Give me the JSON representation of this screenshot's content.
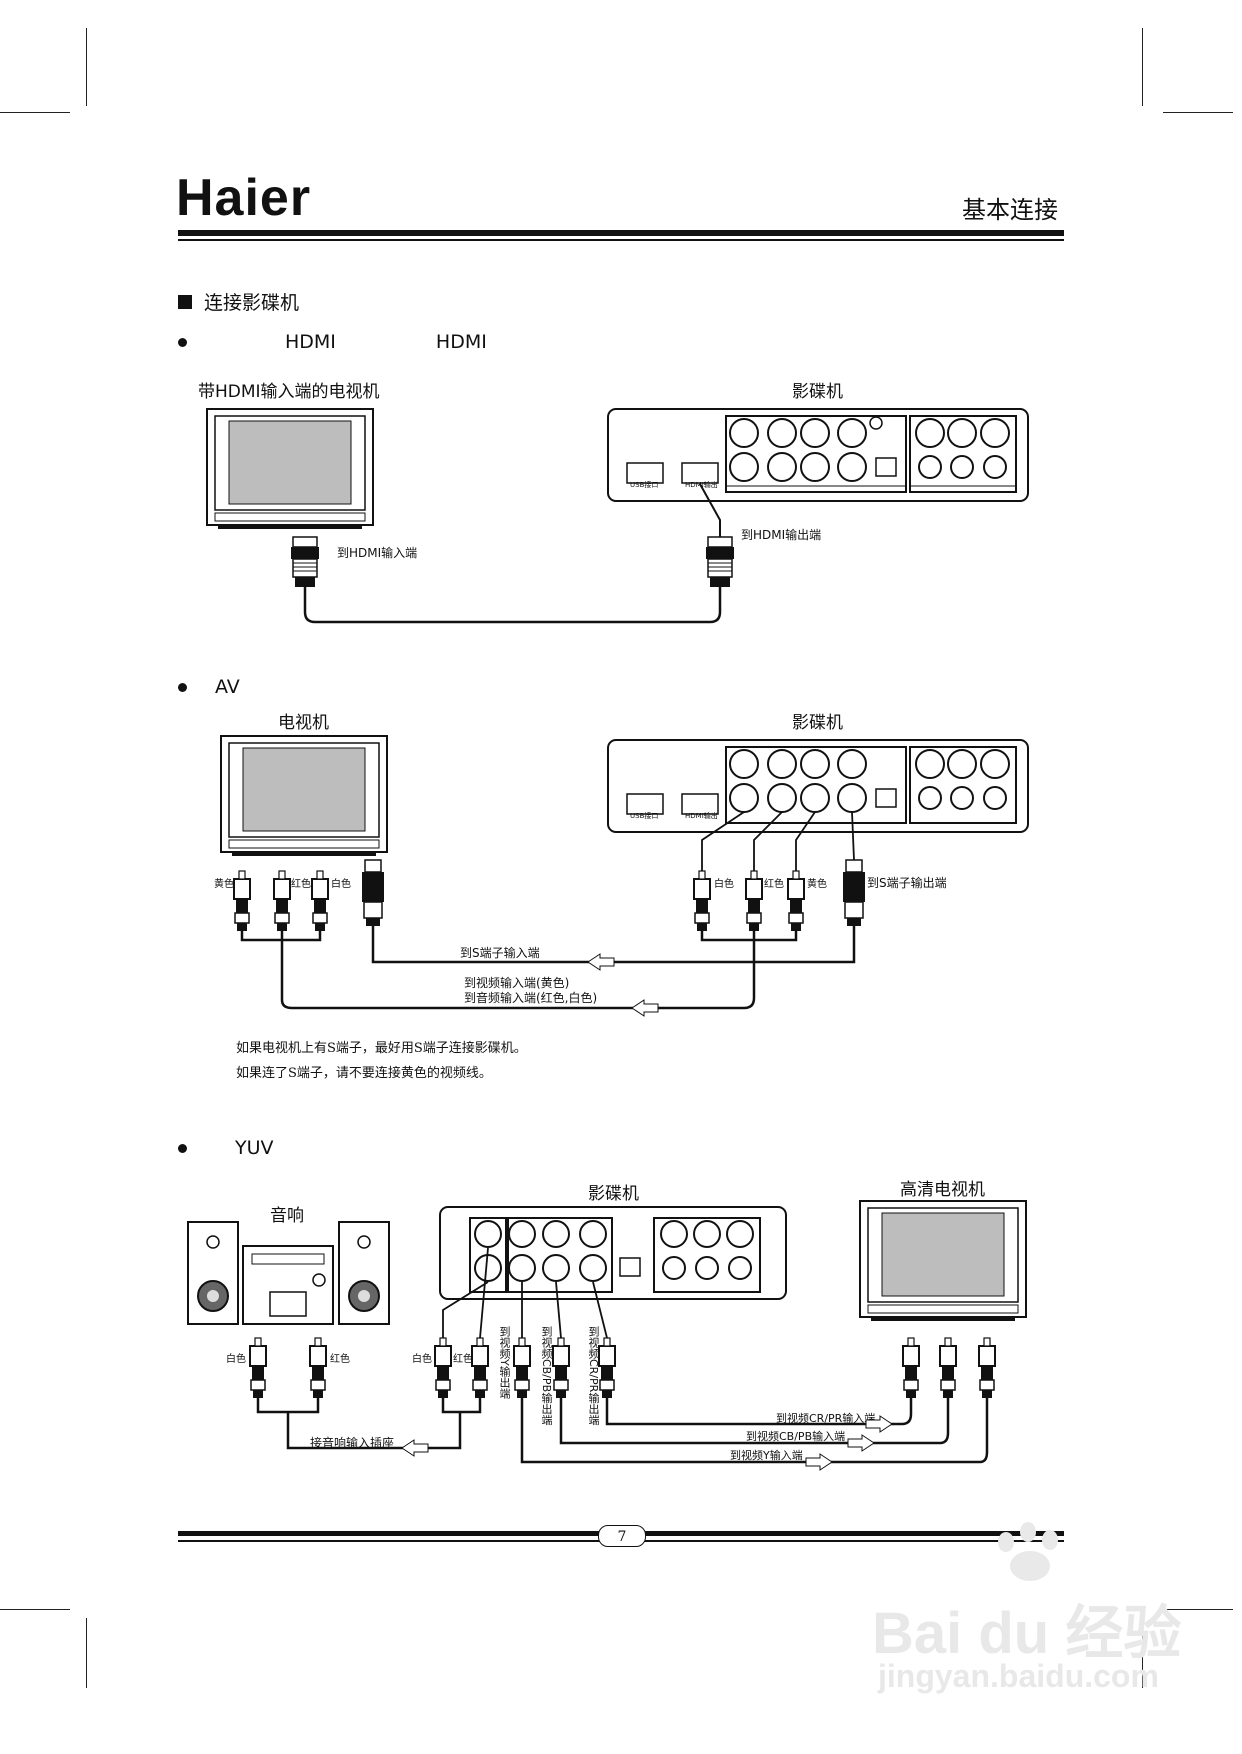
{
  "header": {
    "logo": "Haier",
    "title": "基本连接",
    "page_number": "7"
  },
  "section": {
    "title": "连接影碟机"
  },
  "hdmi": {
    "bullet_prefix": "",
    "bullet_hdmi1": "HDMI",
    "bullet_hdmi2": "HDMI",
    "tv_label": "带HDMI输入端的电视机",
    "player_label": "影碟机",
    "to_tv_port": "到HDMI输入端",
    "to_player_port": "到HDMI输出端"
  },
  "av": {
    "bullet_code": "AV",
    "tv_label": "电视机",
    "player_label": "影碟机",
    "tv_plugs": [
      "黄色",
      "红色",
      "白色"
    ],
    "player_plugs": [
      "白色",
      "红色",
      "黄色"
    ],
    "s_out": "到S端子输出端",
    "s_in": "到S端子输入端",
    "video_in": "到视频输入端(黄色)",
    "audio_in": "到音频输入端(红色,白色)",
    "note_line1": "如果电视机上有S端子，最好用S端子连接影碟机。",
    "note_line2": "如果连了S端子，请不要连接黄色的视频线。"
  },
  "yuv": {
    "bullet_code": "YUV",
    "stereo_label": "音响",
    "player_label": "影碟机",
    "hdtv_label": "高清电视机",
    "stereo_plugs": [
      "白色",
      "红色"
    ],
    "player_audio_plugs": [
      "白色",
      "红色"
    ],
    "vertical_labels": [
      "到视频Y输出端",
      "到视频CB/PB输出端",
      "到视频CR/PR输出端"
    ],
    "to_cr": "到视频CR/PR输入端",
    "to_cb": "到视频CB/PB输入端",
    "to_y": "到视频Y输入端",
    "to_audio": "接音响输入插座"
  },
  "panel": {
    "usb": "USB接口",
    "hdmi_out": "HDMI输出"
  },
  "watermark": {
    "brand": "Bai du 经验",
    "url": "jingyan.baidu.com"
  }
}
